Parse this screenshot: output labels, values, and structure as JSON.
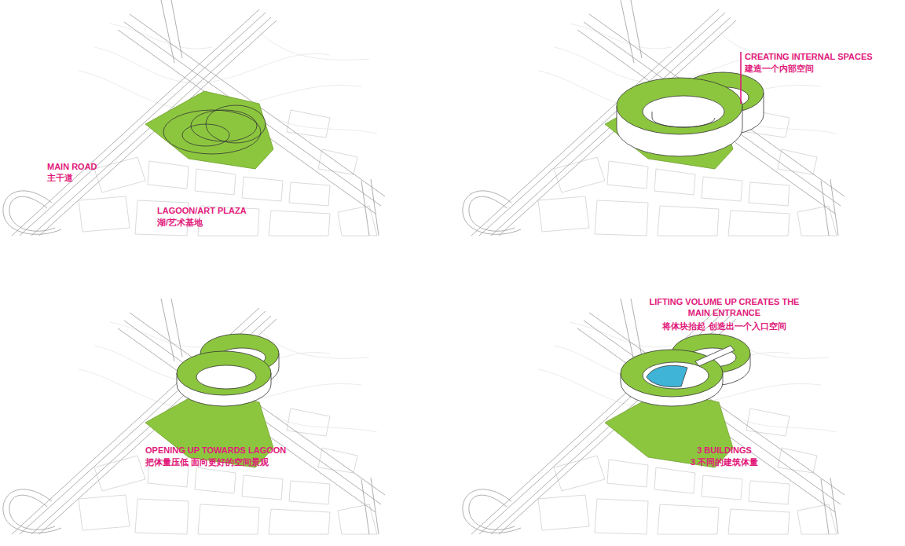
{
  "diagram": {
    "labels": [
      "MAIN ROAD",
      "主干道",
      "LAGOON/ART PLAZA",
      "湖/艺术基地",
      "CREATING INTERNAL SPACES",
      "建造一个内部空间",
      "OPENING UP TOWARDS LAGOON",
      "把体量压低 面向更好的空间景观",
      "LIFTING VOLUME UP CREATES THE MAIN ENTRANCE",
      "将体块抬起 创造出一个入口空间",
      "3 BUILDINGS",
      "3 不同的建筑体量"
    ]
  }
}
